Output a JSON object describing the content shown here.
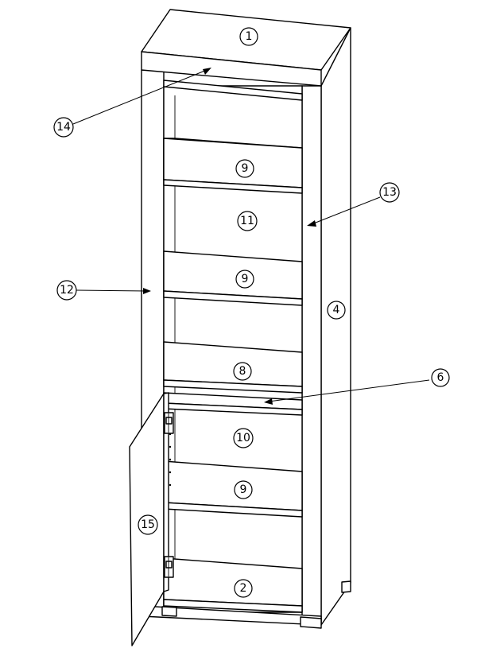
{
  "callouts": [
    {
      "id": "c1",
      "label": "1"
    },
    {
      "id": "c2",
      "label": "2"
    },
    {
      "id": "c4",
      "label": "4"
    },
    {
      "id": "c6",
      "label": "6"
    },
    {
      "id": "c8",
      "label": "8"
    },
    {
      "id": "c9a",
      "label": "9"
    },
    {
      "id": "c9b",
      "label": "9"
    },
    {
      "id": "c9c",
      "label": "9"
    },
    {
      "id": "c10",
      "label": "10"
    },
    {
      "id": "c11",
      "label": "11"
    },
    {
      "id": "c12",
      "label": "12"
    },
    {
      "id": "c13",
      "label": "13"
    },
    {
      "id": "c14",
      "label": "14"
    },
    {
      "id": "c15",
      "label": "15"
    }
  ]
}
